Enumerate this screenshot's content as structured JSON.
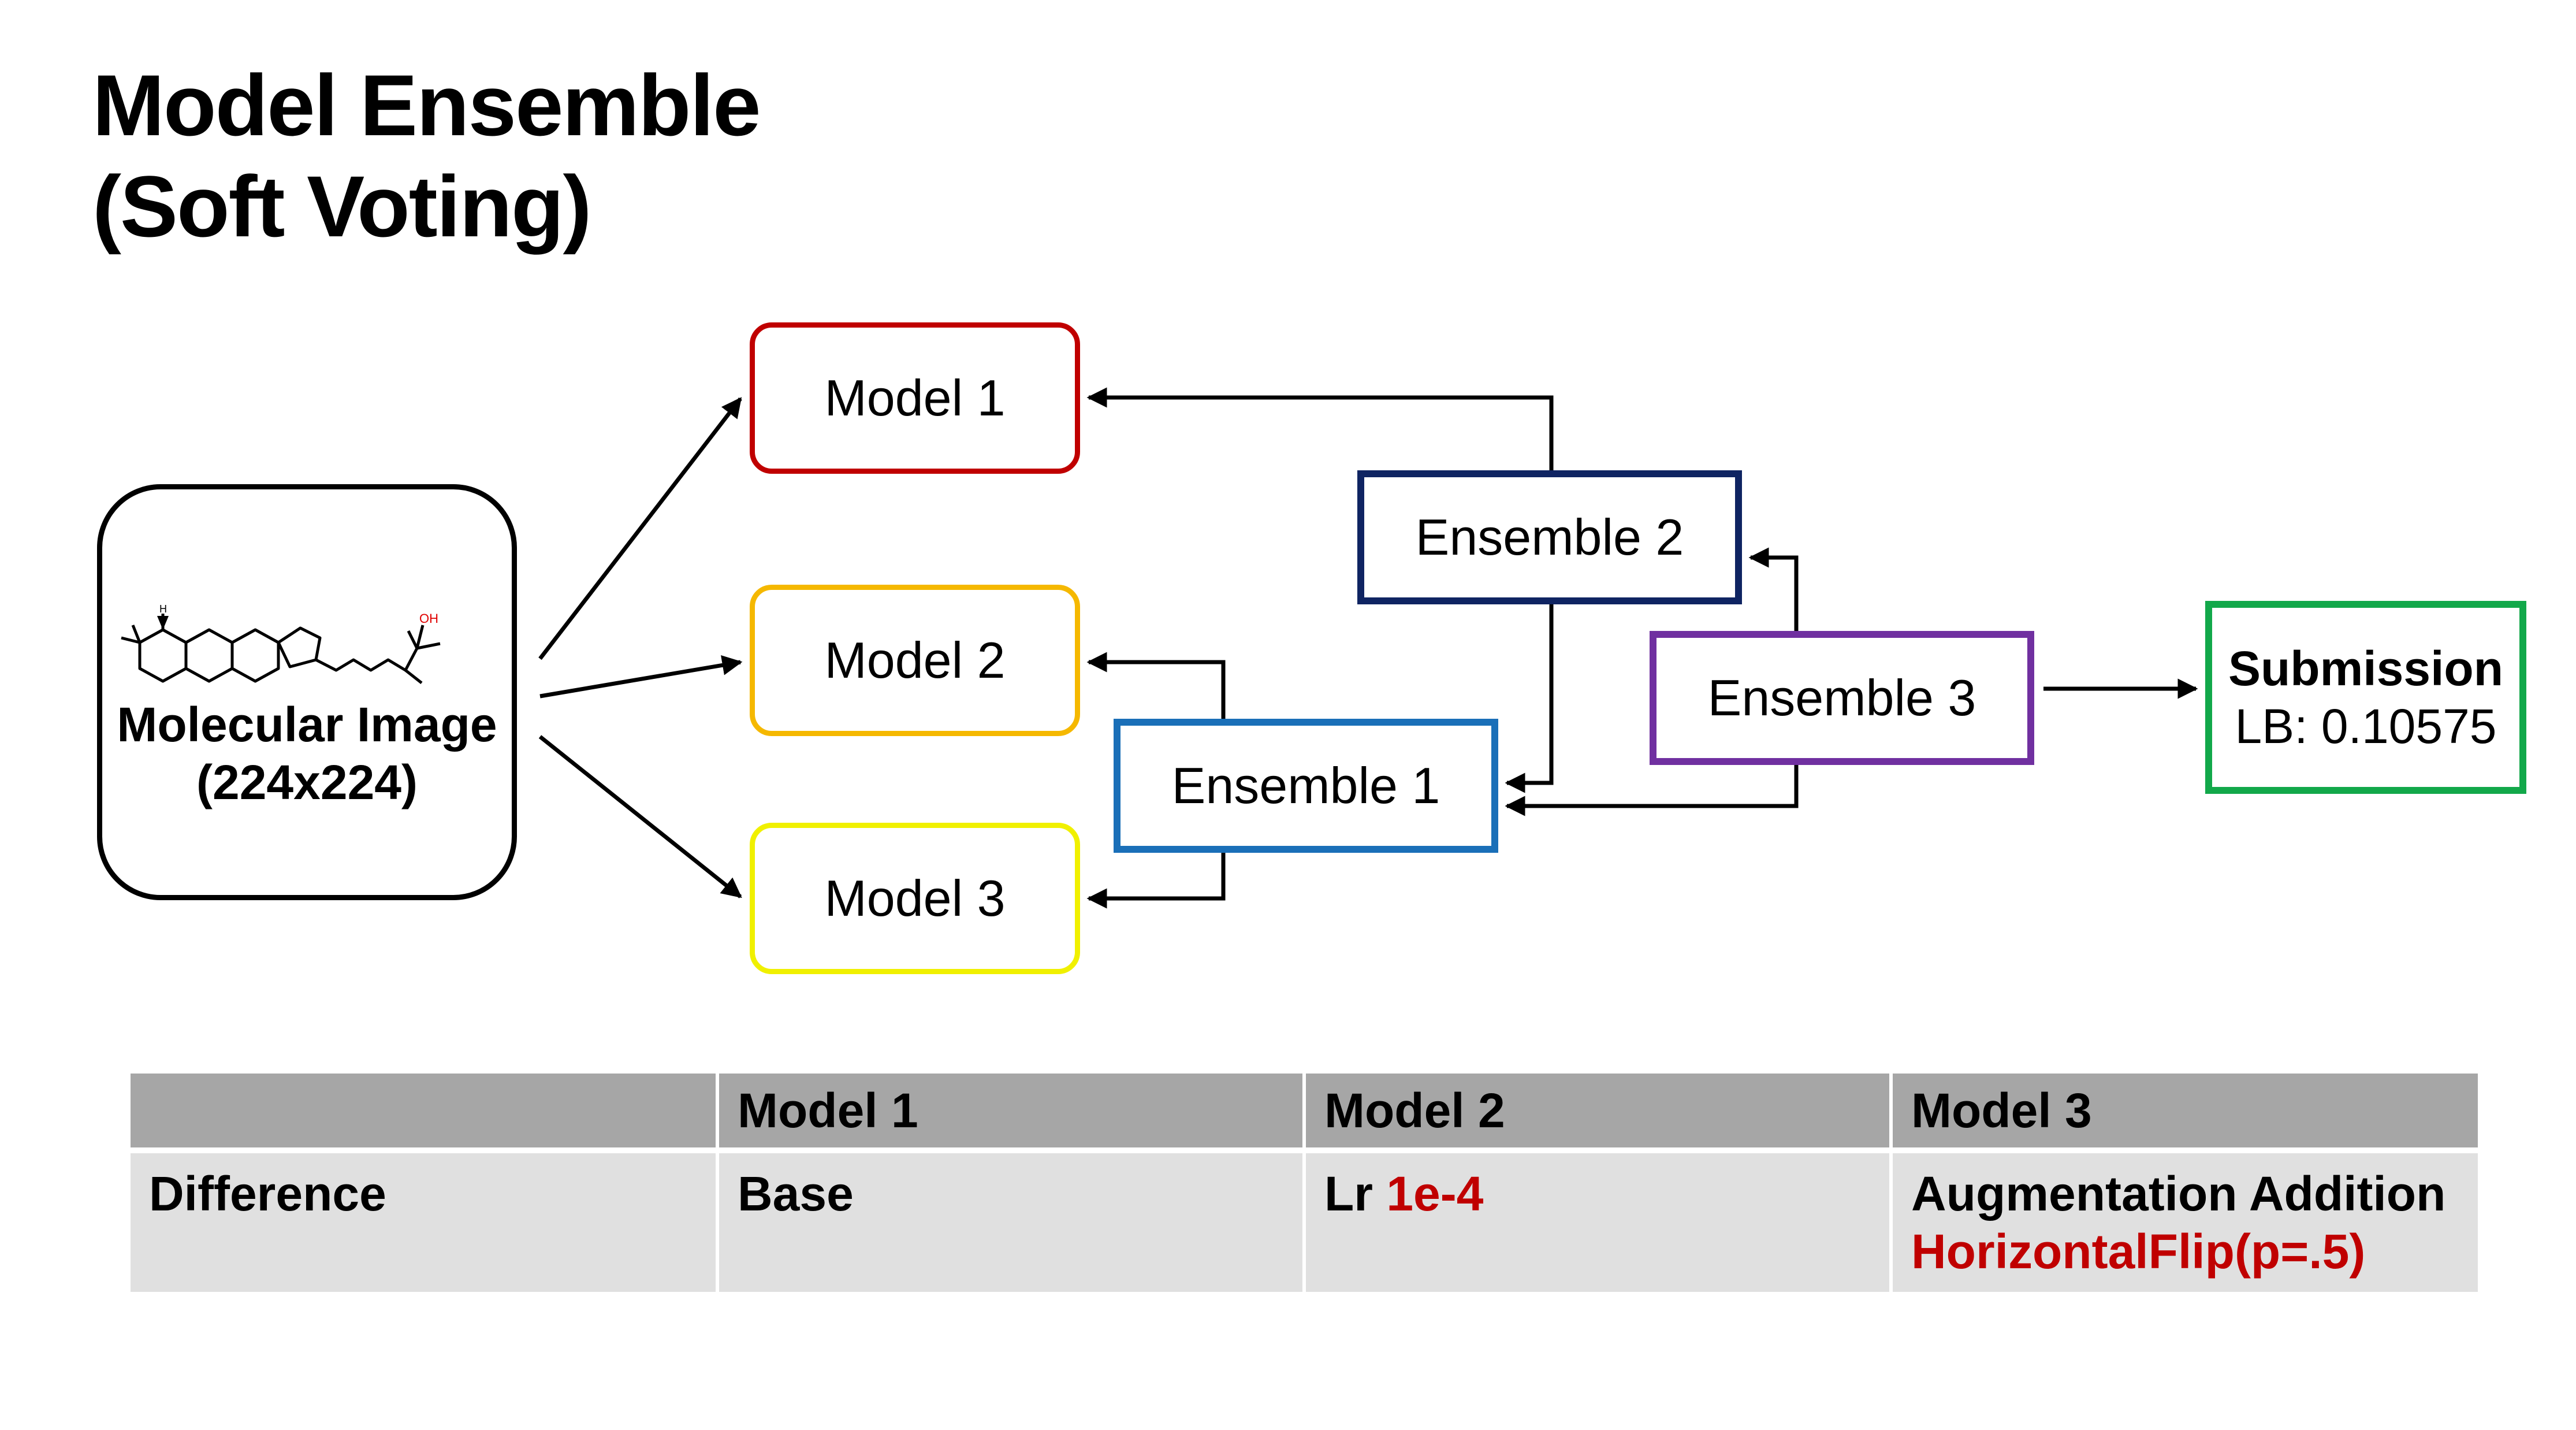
{
  "title": {
    "line1": "Model Ensemble",
    "line2": "(Soft Voting)"
  },
  "input": {
    "line1": "Molecular Image",
    "line2": "(224x224)"
  },
  "models": {
    "m1": "Model 1",
    "m2": "Model 2",
    "m3": "Model 3"
  },
  "ensembles": {
    "e1": "Ensemble 1",
    "e2": "Ensemble 2",
    "e3": "Ensemble 3"
  },
  "submission": {
    "title": "Submission",
    "score": "LB: 0.10575"
  },
  "table": {
    "headers": [
      "",
      "Model 1",
      "Model 2",
      "Model 3"
    ],
    "row": {
      "label": "Difference",
      "m1": "Base",
      "m2_prefix": "Lr",
      "m2_value": "1e-4",
      "m3_line1": "Augmentation Addition",
      "m3_line2": "HorizontalFlip(p=.5)"
    }
  },
  "colors": {
    "model1": "#c00000",
    "model2": "#f5b800",
    "model3": "#f0f000",
    "ensemble1": "#1a6fb8",
    "ensemble2": "#0f2462",
    "ensemble3": "#7030a0",
    "submission": "#12a84a",
    "highlight": "#c00000",
    "table_header": "#a6a6a6",
    "table_row": "#e0e0e0"
  }
}
